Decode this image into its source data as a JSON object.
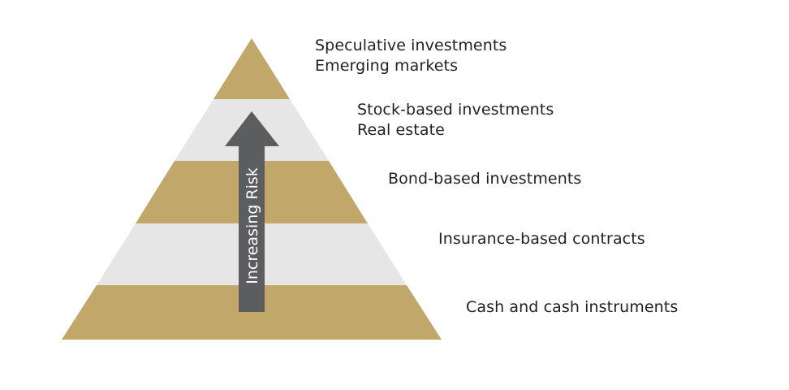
{
  "colors": {
    "gold": "#c1a86a",
    "light_gray": "#e6e6e6",
    "arrow": "#5c5d5f",
    "text": "#231f20"
  },
  "arrow": {
    "label": "Increasing Risk",
    "icon": "up-arrow-icon"
  },
  "tiers": [
    {
      "lines": [
        "Speculative investments",
        "Emerging markets"
      ]
    },
    {
      "lines": [
        "Stock-based investments",
        "Real estate"
      ]
    },
    {
      "lines": [
        "Bond-based investments"
      ]
    },
    {
      "lines": [
        "Insurance-based contracts"
      ]
    },
    {
      "lines": [
        "Cash and cash instruments"
      ]
    }
  ]
}
